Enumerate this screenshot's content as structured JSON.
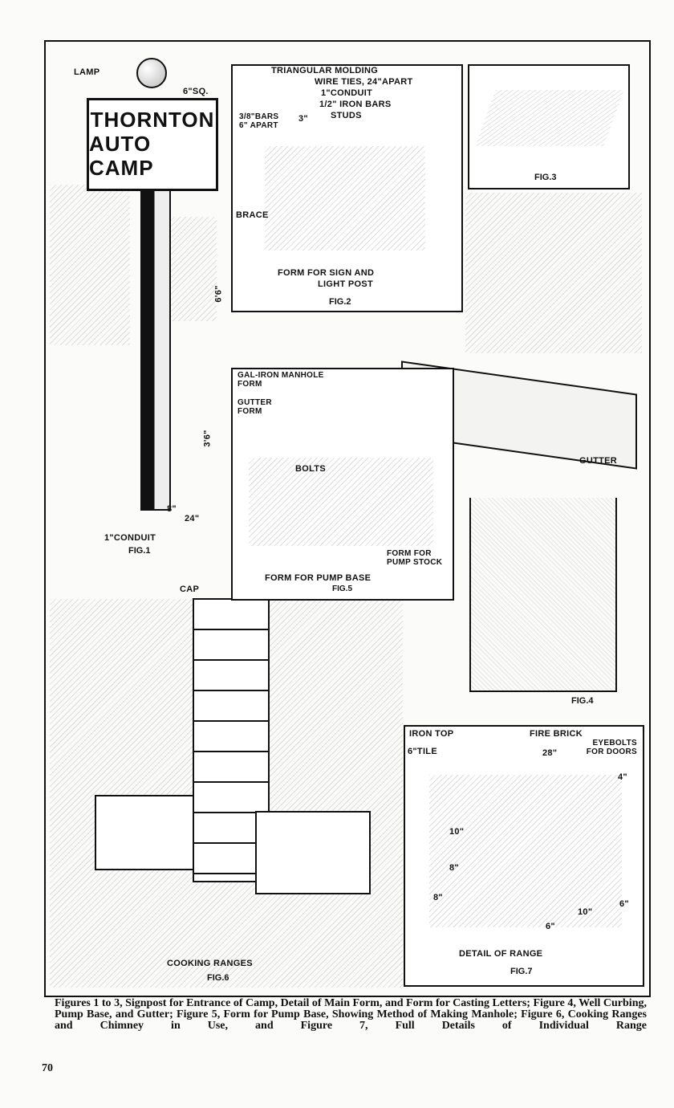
{
  "fig1": {
    "lamp": "LAMP",
    "size": "6\"SQ.",
    "sign_line1": "THORNTON",
    "sign_line2": "AUTO CAMP",
    "dim_height1": "6'6\"",
    "dim_height2": "3'6\"",
    "dim_8": "8\"",
    "dim_24": "24\"",
    "conduit": "1\"CONDUIT",
    "label": "FIG.1"
  },
  "fig2": {
    "molding": "TRIANGULAR MOLDING",
    "wire_ties": "WIRE TIES, 24\"APART",
    "conduit": "1\"CONDUIT",
    "iron_bars": "1/2\" IRON BARS",
    "studs": "STUDS",
    "bars": "3/8\"BARS 6\" APART",
    "three": "3\"",
    "brace": "BRACE",
    "title1": "FORM FOR SIGN AND",
    "title2": "LIGHT POST",
    "label": "FIG.2"
  },
  "fig3": {
    "label": "FIG.3"
  },
  "fig4": {
    "gutter": "GUTTER",
    "label": "FIG.4"
  },
  "fig5": {
    "manhole": "GAL-IRON MANHOLE FORM",
    "gutter_form": "GUTTER FORM",
    "bolts": "BOLTS",
    "pump_stock": "FORM FOR PUMP STOCK",
    "title": "FORM FOR PUMP BASE",
    "label": "FIG.5"
  },
  "fig6": {
    "cap": "CAP",
    "title": "COOKING RANGES",
    "label": "FIG.6"
  },
  "fig7": {
    "iron_top": "IRON TOP",
    "tile": "6\"TILE",
    "fire_brick": "FIRE BRICK",
    "dim_28": "28\"",
    "eyebolts": "EYEBOLTS FOR DOORS",
    "dim_4": "4\"",
    "dim_10": "10\"",
    "dim_8": "8\"",
    "dim_8b": "8\"",
    "dim_6": "6\"",
    "dim_10b": "10\"",
    "dim_6b": "6\"",
    "title": "DETAIL OF RANGE",
    "label": "FIG.7"
  },
  "caption": "Figures 1 to 3, Signpost for Entrance of Camp, Detail of Main Form, and Form for Casting Letters; Figure 4, Well Curbing, Pump Base, and Gutter; Figure 5, Form for Pump Base, Showing Method of Making Manhole; Figure 6, Cooking Ranges and Chimney in Use, and Figure 7, Full Details of Individual Range",
  "page_number": "70"
}
